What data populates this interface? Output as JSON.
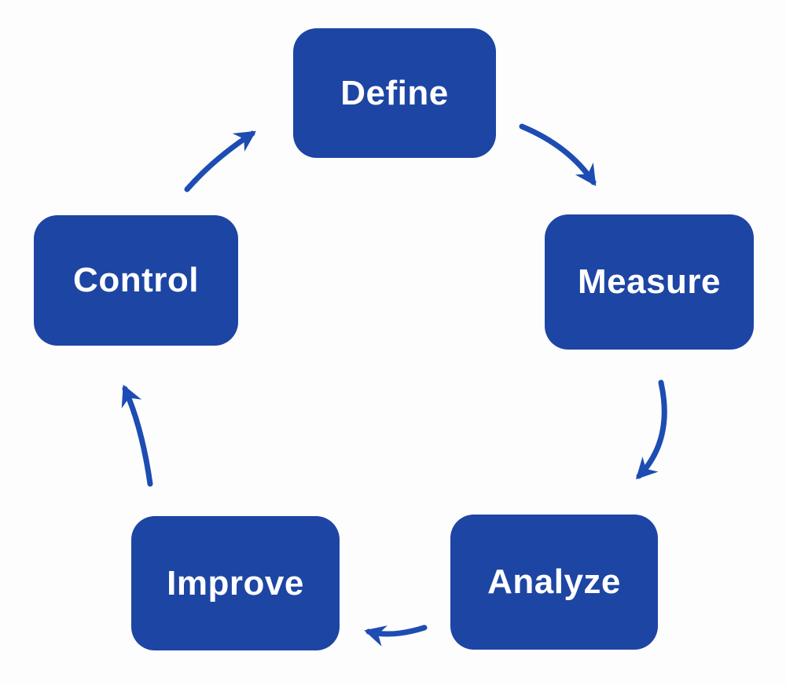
{
  "diagram": {
    "type": "cycle",
    "nodes": [
      {
        "id": "define",
        "label": "Define"
      },
      {
        "id": "measure",
        "label": "Measure"
      },
      {
        "id": "analyze",
        "label": "Analyze"
      },
      {
        "id": "improve",
        "label": "Improve"
      },
      {
        "id": "control",
        "label": "Control"
      }
    ],
    "edges": [
      {
        "from": "Define",
        "to": "Measure"
      },
      {
        "from": "Measure",
        "to": "Analyze"
      },
      {
        "from": "Analyze",
        "to": "Improve"
      },
      {
        "from": "Improve",
        "to": "Control"
      },
      {
        "from": "Control",
        "to": "Define"
      }
    ],
    "colors": {
      "node_fill": "#1d45a4",
      "node_text": "#ffffff",
      "arrow": "#1d4cb2",
      "background": "#fdfdfd"
    }
  }
}
